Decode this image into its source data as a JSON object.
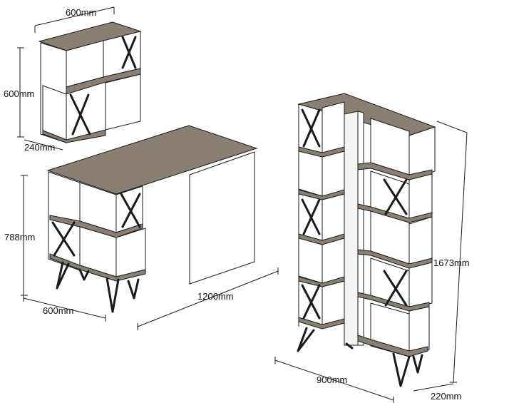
{
  "dimensions": {
    "wall_shelf": {
      "width": "600mm",
      "height": "600mm",
      "depth": "240mm"
    },
    "desk": {
      "height": "788mm",
      "depth": "600mm",
      "width": "1200mm"
    },
    "bookcase": {
      "height": "1673mm",
      "width": "900mm",
      "depth": "220mm"
    }
  },
  "colors": {
    "shelf_surface": "#8a7f73",
    "outline": "#1a1a1a",
    "panel": "#ffffff"
  }
}
